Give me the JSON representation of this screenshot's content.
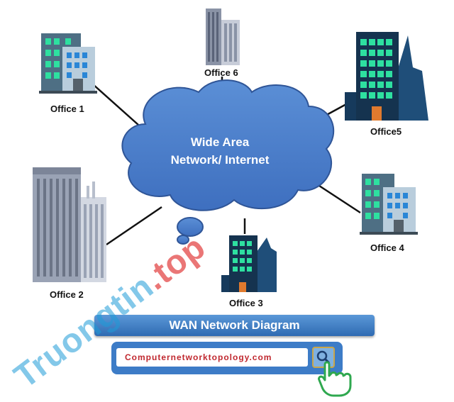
{
  "diagram": {
    "cloud_label_line1": "Wide Area",
    "cloud_label_line2": "Network/ Internet",
    "offices": {
      "office1": "Office 1",
      "office2": "Office 2",
      "office3": "Office 3",
      "office4": "Office 4",
      "office5": "Office5",
      "office6": "Office 6"
    },
    "title": "WAN Network Diagram"
  },
  "search": {
    "value": "Computernetworktopology.com"
  },
  "watermark": {
    "main": "Truongtin",
    "suffix": ".top"
  },
  "colors": {
    "cloud_fill": "#4472c4",
    "cloud_edge": "#2f5597",
    "building_dark": "#1f3b57",
    "window_green": "#2ee0a0",
    "banner_blue": "#3d7cc7",
    "search_text": "#c0282f"
  }
}
